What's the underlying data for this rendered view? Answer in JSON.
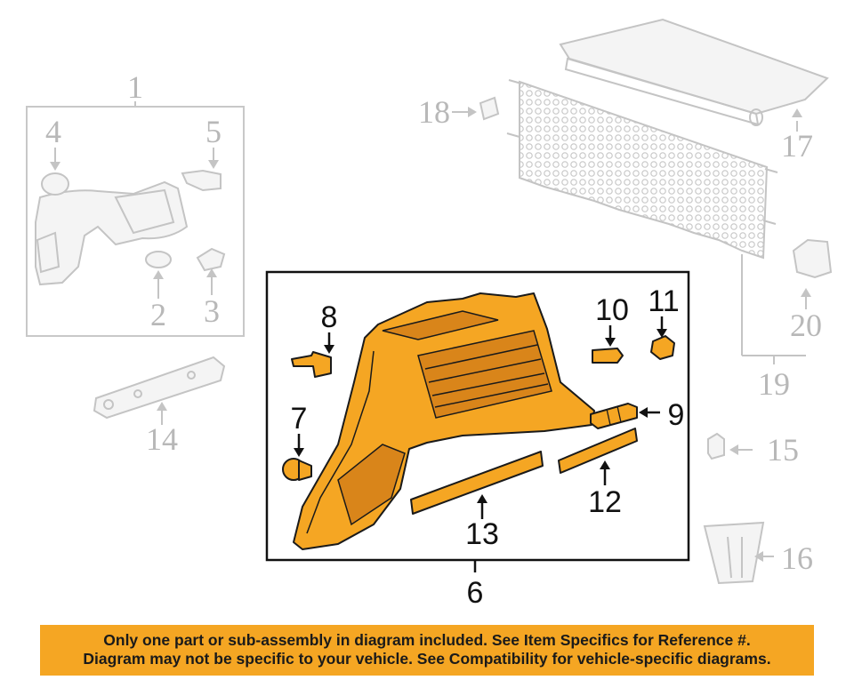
{
  "callouts": {
    "c1": "1",
    "c2": "2",
    "c3": "3",
    "c4": "4",
    "c5": "5",
    "c6": "6",
    "c7": "7",
    "c8": "8",
    "c9": "9",
    "c10": "10",
    "c11": "11",
    "c12": "12",
    "c13": "13",
    "c14": "14",
    "c15": "15",
    "c16": "16",
    "c17": "17",
    "c18": "18",
    "c19": "19",
    "c20": "20"
  },
  "notice": {
    "line1": "Only one part or sub-assembly in diagram included. See Item Specifics for Reference #.",
    "line2": "Diagram may not be specific to your vehicle. See Compatibility for vehicle-specific diagrams."
  },
  "colors": {
    "highlight": "#f5a623",
    "muted": "#c4c4c4",
    "text": "#1a1a1a"
  }
}
